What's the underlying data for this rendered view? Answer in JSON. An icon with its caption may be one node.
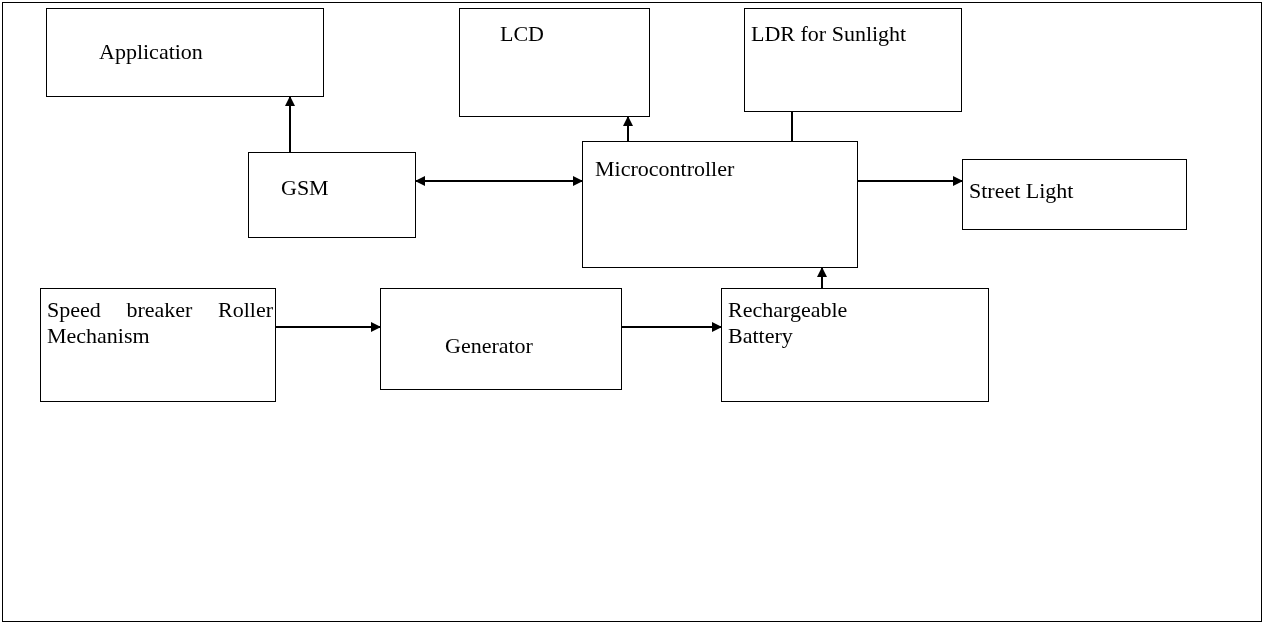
{
  "diagram": {
    "nodes": [
      {
        "text": [
          "Application"
        ]
      },
      {
        "text": [
          "LCD"
        ]
      },
      {
        "text": [
          "LDR for Sunlight"
        ]
      },
      {
        "text": [
          "GSM"
        ]
      },
      {
        "text": [
          "Microcontroller"
        ]
      },
      {
        "text": [
          "Street Light"
        ]
      },
      {
        "text": [
          "Speed breaker Roller Mechanism"
        ]
      },
      {
        "text": [
          "Generator"
        ]
      },
      {
        "text": [
          "Rechargeable Battery"
        ]
      }
    ],
    "edges": [
      {
        "from": 3,
        "to": 0,
        "arrow": "to"
      },
      {
        "from": 4,
        "to": 1,
        "arrow": "to"
      },
      {
        "from": 2,
        "to": 4,
        "arrow": "none"
      },
      {
        "from": 3,
        "to": 4,
        "arrow": "both"
      },
      {
        "from": 4,
        "to": 5,
        "arrow": "to"
      },
      {
        "from": 6,
        "to": 7,
        "arrow": "to"
      },
      {
        "from": 7,
        "to": 8,
        "arrow": "to"
      },
      {
        "from": 8,
        "to": 4,
        "arrow": "to"
      }
    ]
  }
}
